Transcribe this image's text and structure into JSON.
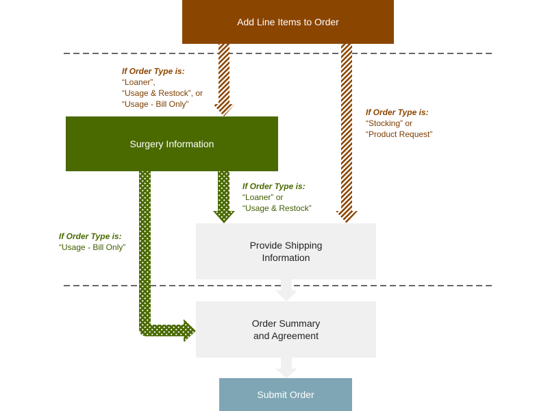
{
  "nodes": {
    "add_line_items": "Add Line Items to Order",
    "surgery_information": "Surgery Information",
    "shipping": [
      "Provide Shipping",
      "Information"
    ],
    "summary": [
      "Order Summary",
      "and Agreement"
    ],
    "submit": "Submit Order"
  },
  "conditions": {
    "loaner_usage": {
      "label": "If Order Type is:",
      "lines": [
        "“Loaner”,",
        "“Usage & Restock”, or",
        "“Usage - Bill Only”"
      ]
    },
    "stocking": {
      "label": "If Order Type is:",
      "lines": [
        "“Stocking” or",
        "“Product Request”"
      ]
    },
    "loaner_restock": {
      "label": "If Order Type is:",
      "lines": [
        "“Loaner” or",
        "“Usage & Restock”"
      ]
    },
    "bill_only": {
      "label": "If Order Type is:",
      "lines": [
        "“Usage - Bill Only”"
      ]
    }
  },
  "colors": {
    "brown": "#8a4500",
    "green": "#4a6a00",
    "light_box": "#f0f0f0",
    "submit": "#7fa6b5",
    "divider": "#666666"
  }
}
